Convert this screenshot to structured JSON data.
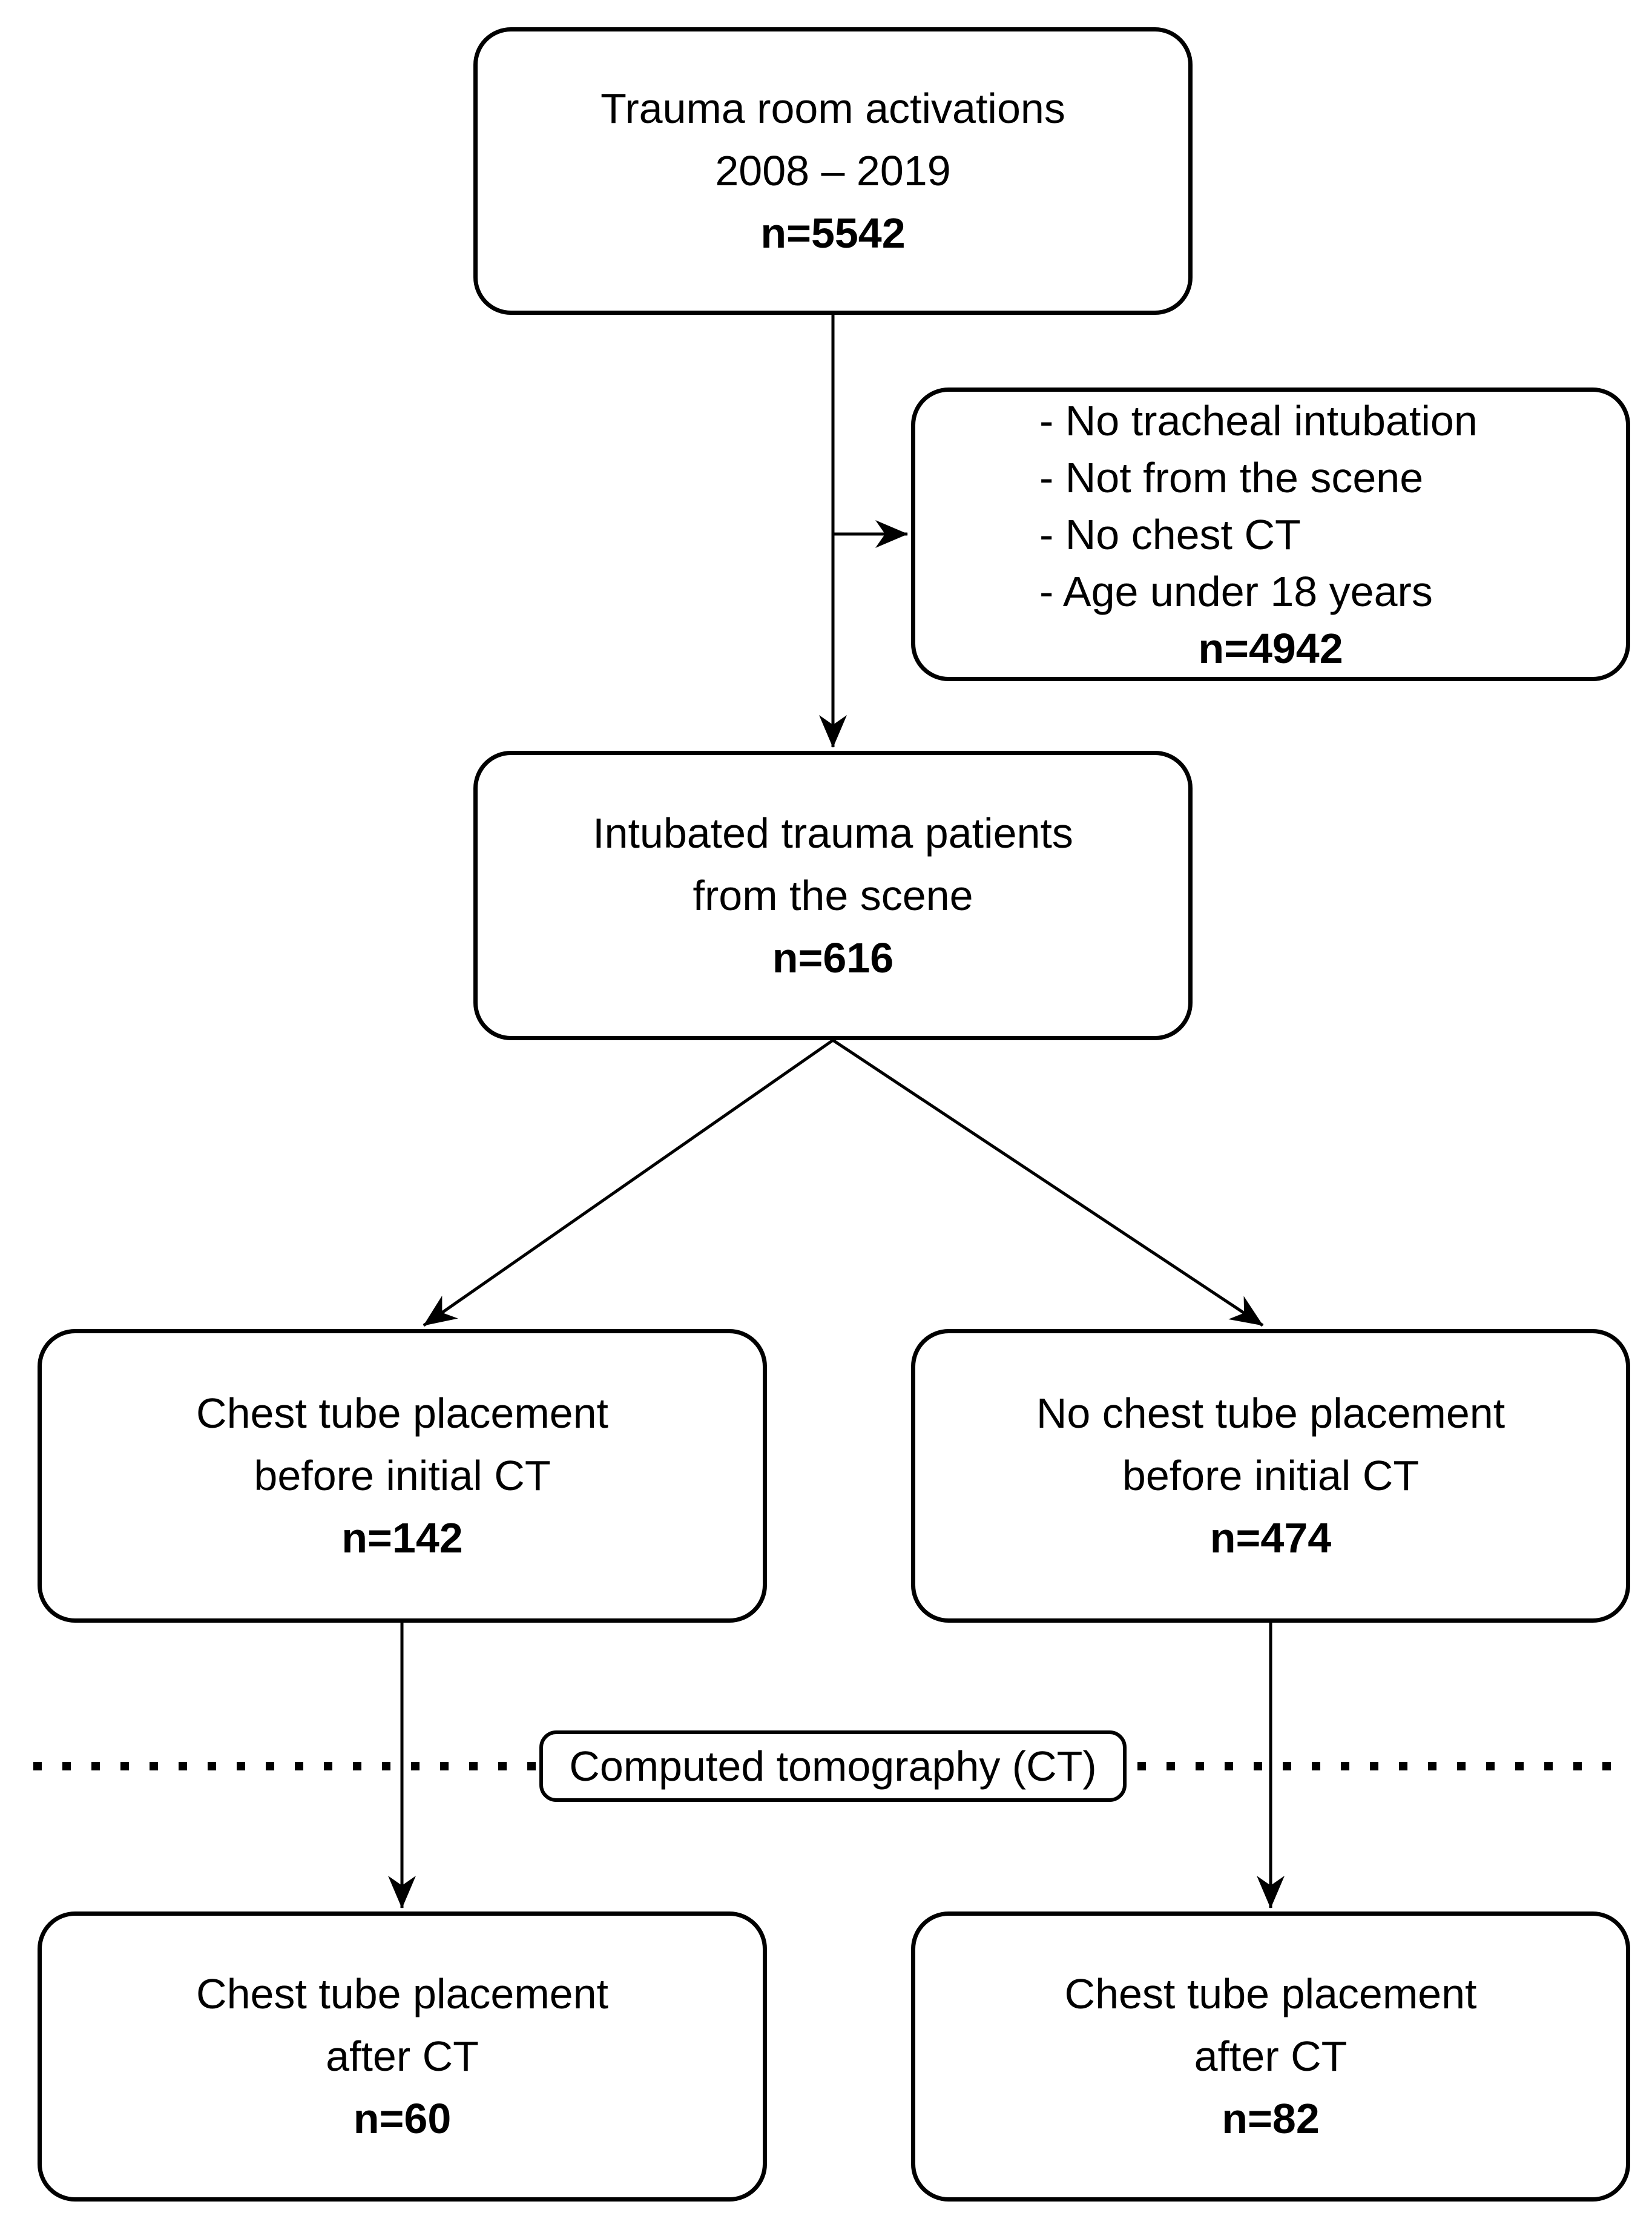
{
  "figure": {
    "type": "flowchart",
    "style": {
      "background": "#ffffff",
      "stroke": "#000000",
      "text_color": "#000000"
    },
    "boxes": {
      "top": {
        "lines": [
          "Trauma room activations",
          "2008 – 2019"
        ],
        "n": "n=5542"
      },
      "exclusion": {
        "items": [
          "- No tracheal intubation",
          "- Not from the scene",
          "- No chest CT",
          "- Age under 18 years"
        ],
        "n": "n=4942"
      },
      "middle": {
        "lines": [
          "Intubated trauma patients",
          "from the scene"
        ],
        "n": "n=616"
      },
      "branch_left": {
        "lines": [
          "Chest tube placement",
          "before initial CT"
        ],
        "n": "n=142"
      },
      "branch_right": {
        "lines": [
          "No chest tube placement",
          "before initial CT"
        ],
        "n": "n=474"
      },
      "ct_label": {
        "text": "Computed tomography (CT)"
      },
      "bottom_left": {
        "lines": [
          "Chest tube placement",
          "after CT"
        ],
        "n": "n=60"
      },
      "bottom_right": {
        "lines": [
          "Chest tube placement",
          "after CT"
        ],
        "n": "n=82"
      }
    }
  }
}
